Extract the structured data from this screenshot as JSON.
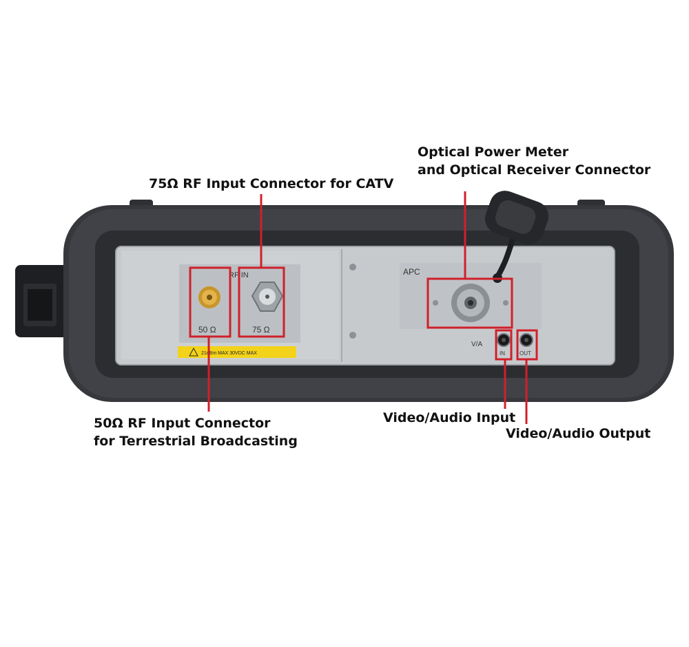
{
  "callouts": {
    "optical_line1": "Optical Power Meter",
    "optical_line2": "and Optical Receiver Connector",
    "rf75": "75Ω RF Input Connector for CATV",
    "rf50_line1": "50Ω RF Input Connector",
    "rf50_line2": "for Terrestrial Broadcasting",
    "va_input": "Video/Audio Input",
    "va_output": "Video/Audio Output"
  },
  "panel_labels": {
    "rf_in": "RF IN",
    "ohm50": "50 Ω",
    "ohm75": "75 Ω",
    "warning": "21dBm MAX  30VDC MAX",
    "apc": "APC",
    "va": "V/A",
    "in": "IN",
    "out": "OUT"
  },
  "colors": {
    "highlight": "#d0202a",
    "housing": "#3a3c40",
    "panel": "#c9cccf",
    "warning_bg": "#f2d21a"
  }
}
